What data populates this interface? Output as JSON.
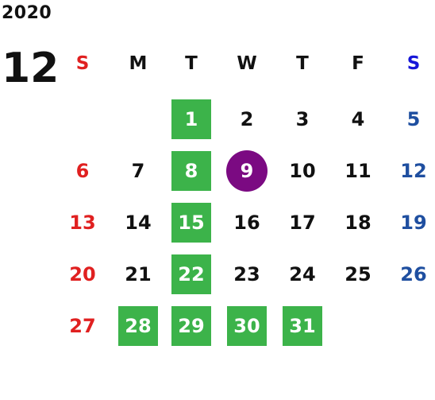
{
  "calendar": {
    "year": "2020",
    "month": "12",
    "weekdays": [
      {
        "label": "S",
        "type": "sun"
      },
      {
        "label": "M",
        "type": "weekday"
      },
      {
        "label": "T",
        "type": "weekday"
      },
      {
        "label": "W",
        "type": "weekday"
      },
      {
        "label": "T",
        "type": "weekday"
      },
      {
        "label": "F",
        "type": "weekday"
      },
      {
        "label": "S",
        "type": "sat"
      }
    ],
    "days": [
      {
        "label": "1",
        "style": "green"
      },
      {
        "label": "2",
        "style": "plain"
      },
      {
        "label": "3",
        "style": "plain"
      },
      {
        "label": "4",
        "style": "plain"
      },
      {
        "label": "5",
        "style": "sat"
      },
      {
        "label": "6",
        "style": "sun"
      },
      {
        "label": "7",
        "style": "plain"
      },
      {
        "label": "8",
        "style": "green"
      },
      {
        "label": "9",
        "style": "today"
      },
      {
        "label": "10",
        "style": "plain"
      },
      {
        "label": "11",
        "style": "plain"
      },
      {
        "label": "12",
        "style": "sat"
      },
      {
        "label": "13",
        "style": "sun"
      },
      {
        "label": "14",
        "style": "plain"
      },
      {
        "label": "15",
        "style": "green"
      },
      {
        "label": "16",
        "style": "plain"
      },
      {
        "label": "17",
        "style": "plain"
      },
      {
        "label": "18",
        "style": "plain"
      },
      {
        "label": "19",
        "style": "sat"
      },
      {
        "label": "20",
        "style": "sun"
      },
      {
        "label": "21",
        "style": "plain"
      },
      {
        "label": "22",
        "style": "green"
      },
      {
        "label": "23",
        "style": "plain"
      },
      {
        "label": "24",
        "style": "plain"
      },
      {
        "label": "25",
        "style": "plain"
      },
      {
        "label": "26",
        "style": "sat"
      },
      {
        "label": "27",
        "style": "sun"
      },
      {
        "label": "28",
        "style": "green"
      },
      {
        "label": "29",
        "style": "green"
      },
      {
        "label": "30",
        "style": "green"
      },
      {
        "label": "31",
        "style": "green"
      }
    ],
    "first_weekday_index": 2
  },
  "colors": {
    "sunday": "#e02020",
    "saturday": "#1f4fa0",
    "highlight_green": "#3cb34a",
    "today_purple": "#7b0a82",
    "text": "#111111"
  }
}
